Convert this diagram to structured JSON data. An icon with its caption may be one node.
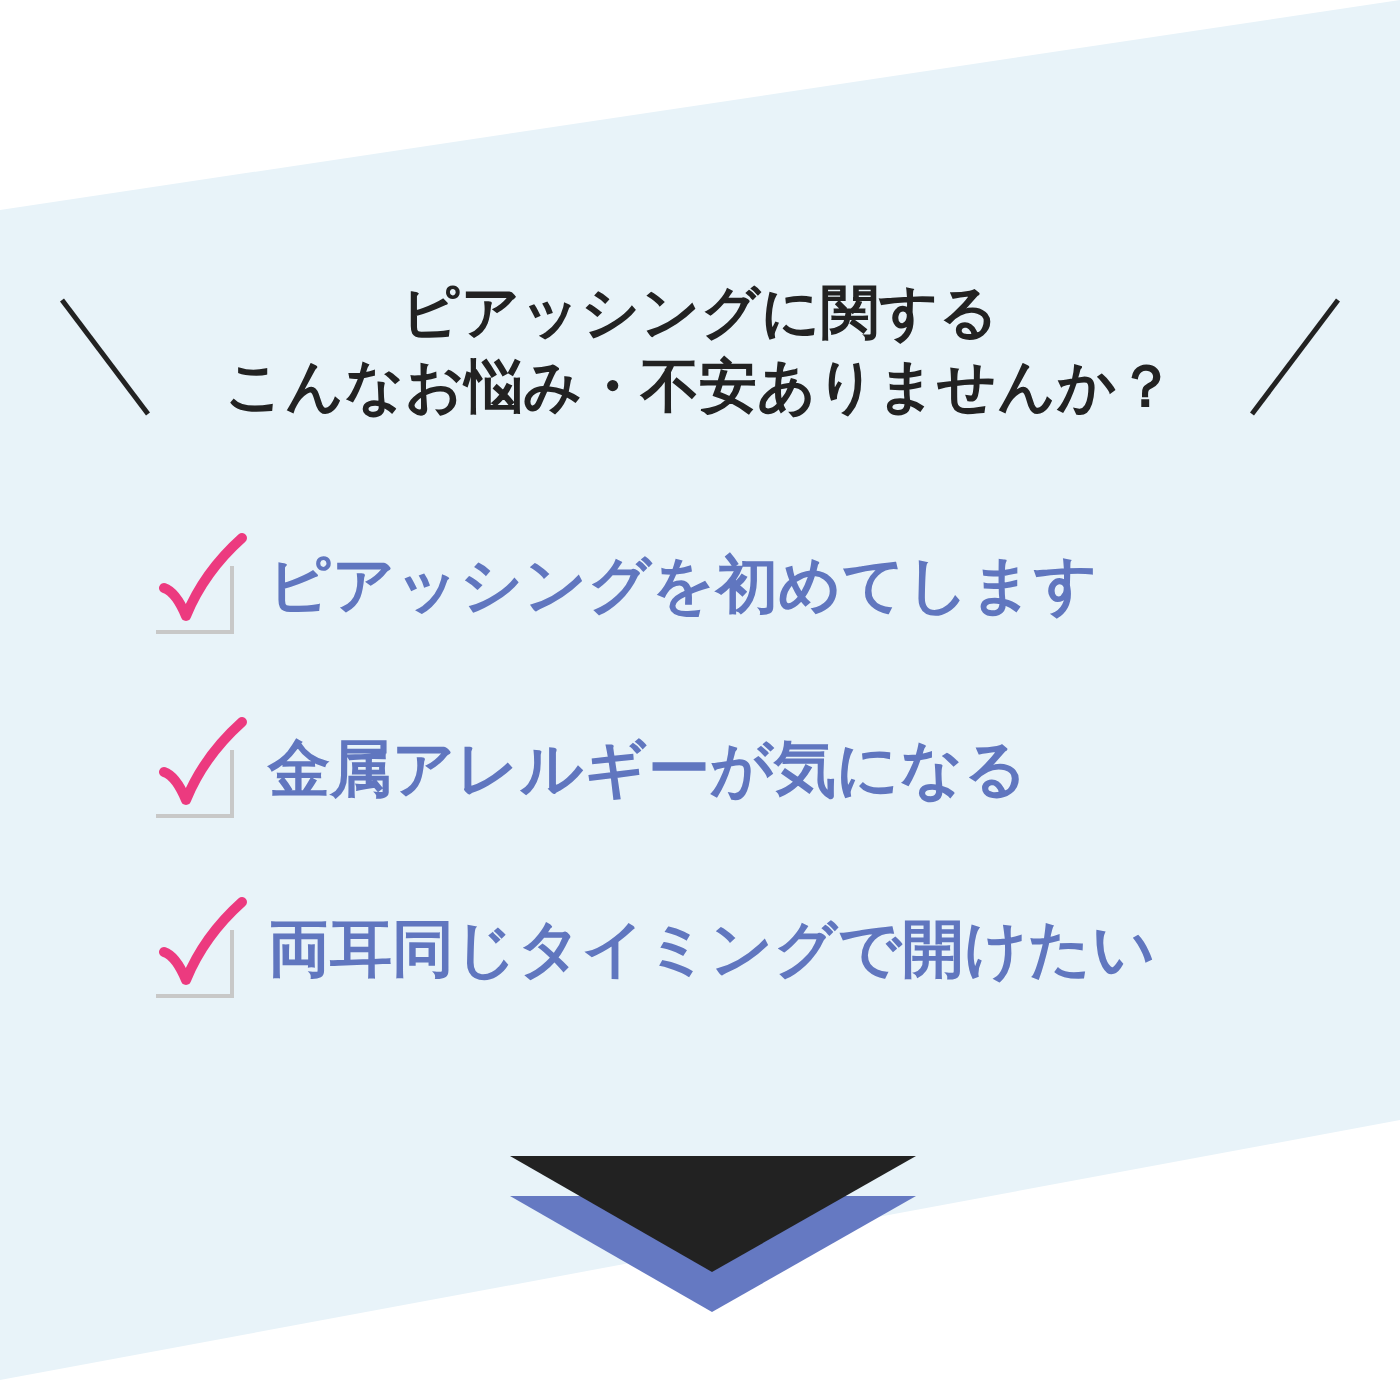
{
  "diagram": {
    "title": "ピアッシングに関するこんなお悩み・不安ありませんか？",
    "labels": [
      "ピアッシングを初めてします",
      "金属アレルギーが気になる",
      "両耳同じタイミングで開けたい"
    ]
  }
}
